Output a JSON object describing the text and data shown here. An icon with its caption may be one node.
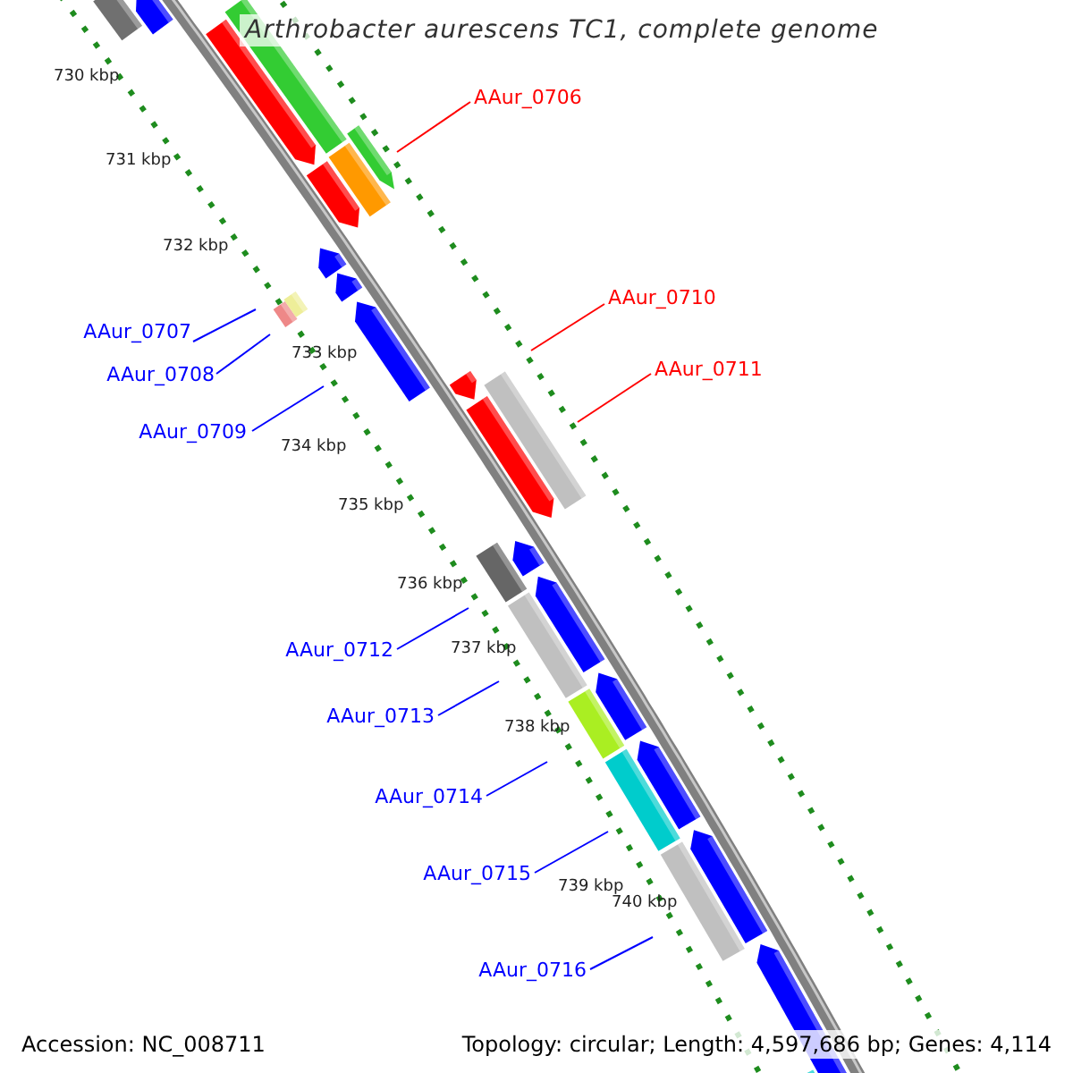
{
  "diagram": {
    "title": "Arthrobacter aurescens TC1, complete genome",
    "nodes": [
      {
        "text": [
          "AAur_0706"
        ]
      },
      {
        "text": [
          "AAur_0710"
        ]
      },
      {
        "text": [
          "AAur_0707"
        ]
      },
      {
        "text": [
          "AAur_0711"
        ]
      },
      {
        "text": [
          "AAur_0708"
        ]
      },
      {
        "text": [
          "AAur_0709"
        ]
      },
      {
        "text": [
          "AAur_0712"
        ]
      },
      {
        "text": [
          "AAur_0713"
        ]
      },
      {
        "text": [
          "AAur_0714"
        ]
      },
      {
        "text": [
          "AAur_0715"
        ]
      },
      {
        "text": [
          "AAur_0716"
        ]
      }
    ],
    "edges": [
      {
        "from": 0,
        "to": null,
        "arrow": "none",
        "color": "#ff0000"
      },
      {
        "from": 1,
        "to": null,
        "arrow": "none",
        "color": "#ff0000"
      },
      {
        "from": 2,
        "to": null,
        "arrow": "none"
      },
      {
        "from": 3,
        "to": null,
        "arrow": "none",
        "color": "#ff0000"
      },
      {
        "from": 4,
        "to": null,
        "arrow": "none"
      },
      {
        "from": 5,
        "to": null,
        "arrow": "none"
      },
      {
        "from": 6,
        "to": null,
        "arrow": "none"
      },
      {
        "from": 7,
        "to": null,
        "arrow": "none"
      },
      {
        "from": 8,
        "to": null,
        "arrow": "none"
      },
      {
        "from": 9,
        "to": null,
        "arrow": "none"
      },
      {
        "from": 10,
        "to": null,
        "arrow": "none"
      }
    ],
    "labels": [
      "730 kbp",
      "731 kbp",
      "732 kbp",
      "733 kbp",
      "734 kbp",
      "735 kbp",
      "736 kbp",
      "737 kbp",
      "738 kbp",
      "739 kbp",
      "740 kbp",
      "Accession: NC_008711",
      "Topology: circular; Length: 4,597,686 bp; Genes: 4,114"
    ]
  }
}
